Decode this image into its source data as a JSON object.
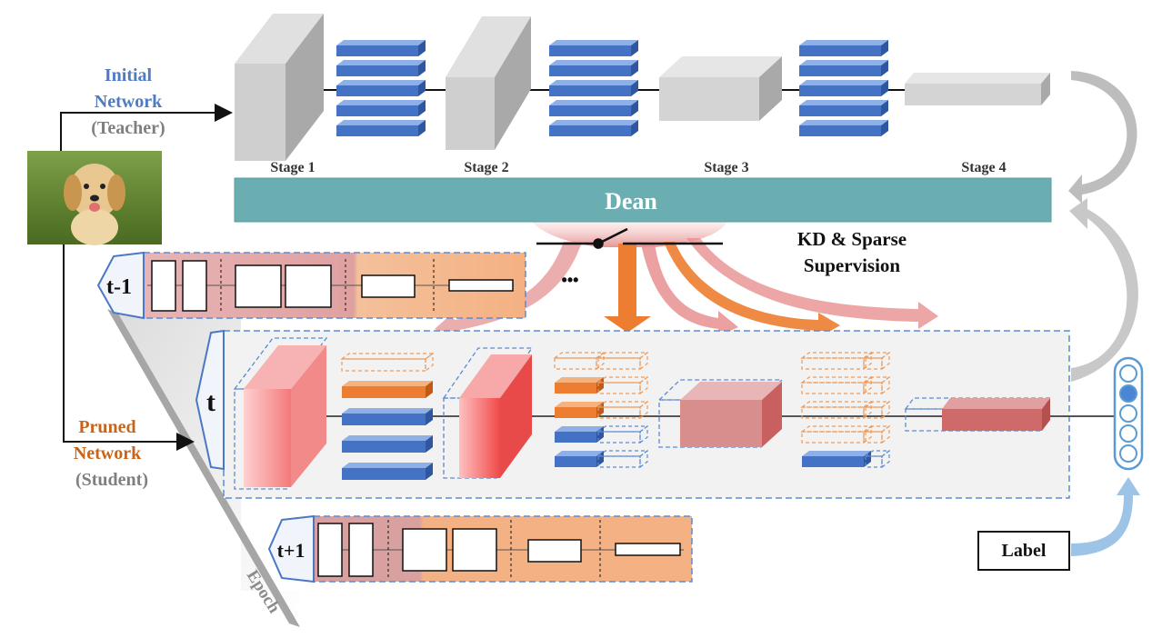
{
  "teacher": {
    "title_line1": "Initial",
    "title_line2": "Network",
    "role": "(Teacher)",
    "stages": [
      "Stage 1",
      "Stage 2",
      "Stage 3",
      "Stage 4"
    ]
  },
  "dean": {
    "label": "Dean"
  },
  "supervision": {
    "line1": "KD & Sparse",
    "line2": "Supervision"
  },
  "student": {
    "title_line1": "Pruned",
    "title_line2": "Network",
    "role": "(Student)"
  },
  "epochs": {
    "prev": "t-1",
    "current": "t",
    "next": "t+1",
    "axis": "Epoch",
    "ellipsis": "•••"
  },
  "label": {
    "text": "Label"
  },
  "colors": {
    "teacher_text": "#4f7ac4",
    "student_text": "#c8651b",
    "role_text": "#7f7f7f",
    "dean_bar": "#6aaeb2",
    "conv_blue": "#4472c4",
    "conv_orange": "#ed7d31",
    "student_block": "#f08080",
    "epoch_bg": "#f4b183"
  },
  "output_neurons": {
    "count": 5,
    "active_index": 1
  }
}
